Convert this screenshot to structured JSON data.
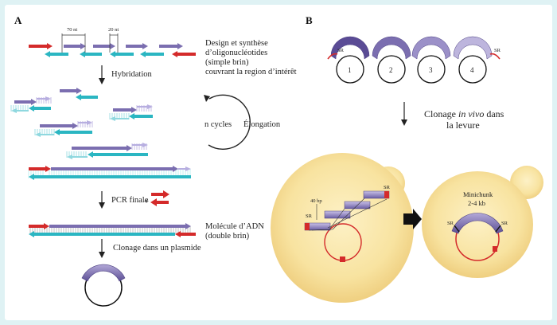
{
  "panel_a": {
    "letter": "A",
    "dim_70": "70 nt",
    "dim_20": "20 nt",
    "design_lines": [
      "Design et synthèse",
      "d’oligonucléotides",
      "(simple brin)",
      "couvrant la region d’intérêt"
    ],
    "hybridation": "Hybridation",
    "n_cycles": "n cycles",
    "elongation": "Élongation",
    "pcr_finale": "PCR finale",
    "plus": "+",
    "molecule_lines": [
      "Molécule d’ADN",
      "(double brin)"
    ],
    "clonage_plasmide": "Clonage dans un plasmide"
  },
  "panel_b": {
    "letter": "B",
    "sr": "SR",
    "fragments": [
      "1",
      "2",
      "3",
      "4"
    ],
    "clonage_pre": "Clonage ",
    "clonage_em": "in vivo",
    "clonage_post": " dans",
    "levure": "la levure",
    "bp40": "40 bp",
    "minichunk": "Minichunk",
    "kb": "2-4 kb"
  },
  "colors": {
    "red": "#d42a2a",
    "purple": "#7b6eb0",
    "teal": "#2bb6c2",
    "cell": "#f7e09a"
  }
}
